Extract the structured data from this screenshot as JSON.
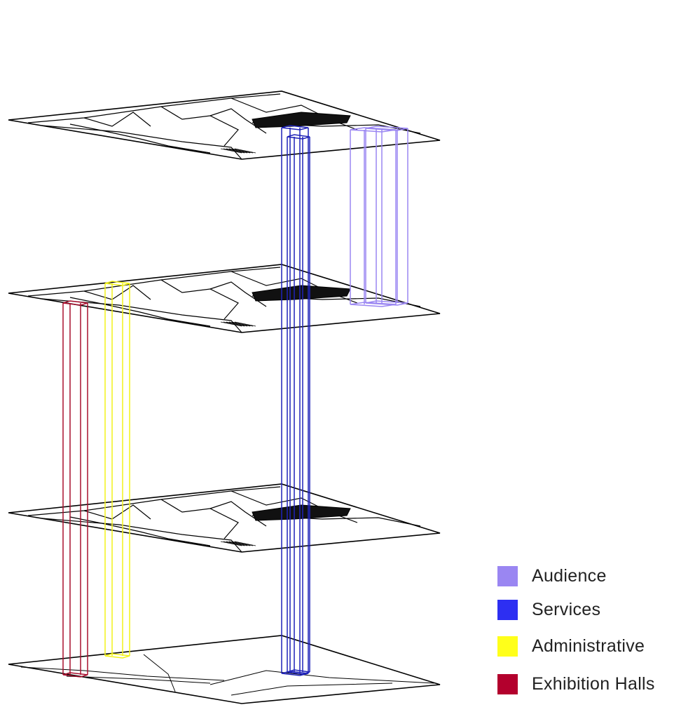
{
  "diagram": {
    "floors": [
      "floor-4",
      "floor-3",
      "floor-2",
      "floor-1"
    ],
    "legend": [
      {
        "key": "audience",
        "label": "Audience",
        "color": "#9a86f2"
      },
      {
        "key": "services",
        "label": "Services",
        "color": "#2d2ff2"
      },
      {
        "key": "administrative",
        "label": "Administrative",
        "color": "#ffff1a"
      },
      {
        "key": "exhibition-halls",
        "label": "Exhibition Halls",
        "color": "#b3002d"
      }
    ],
    "shaft_colors": {
      "audience": "#9a86f2",
      "services": "#1f22b8",
      "administrative": "#f2f21a",
      "exhibition-halls": "#a8102f"
    }
  }
}
